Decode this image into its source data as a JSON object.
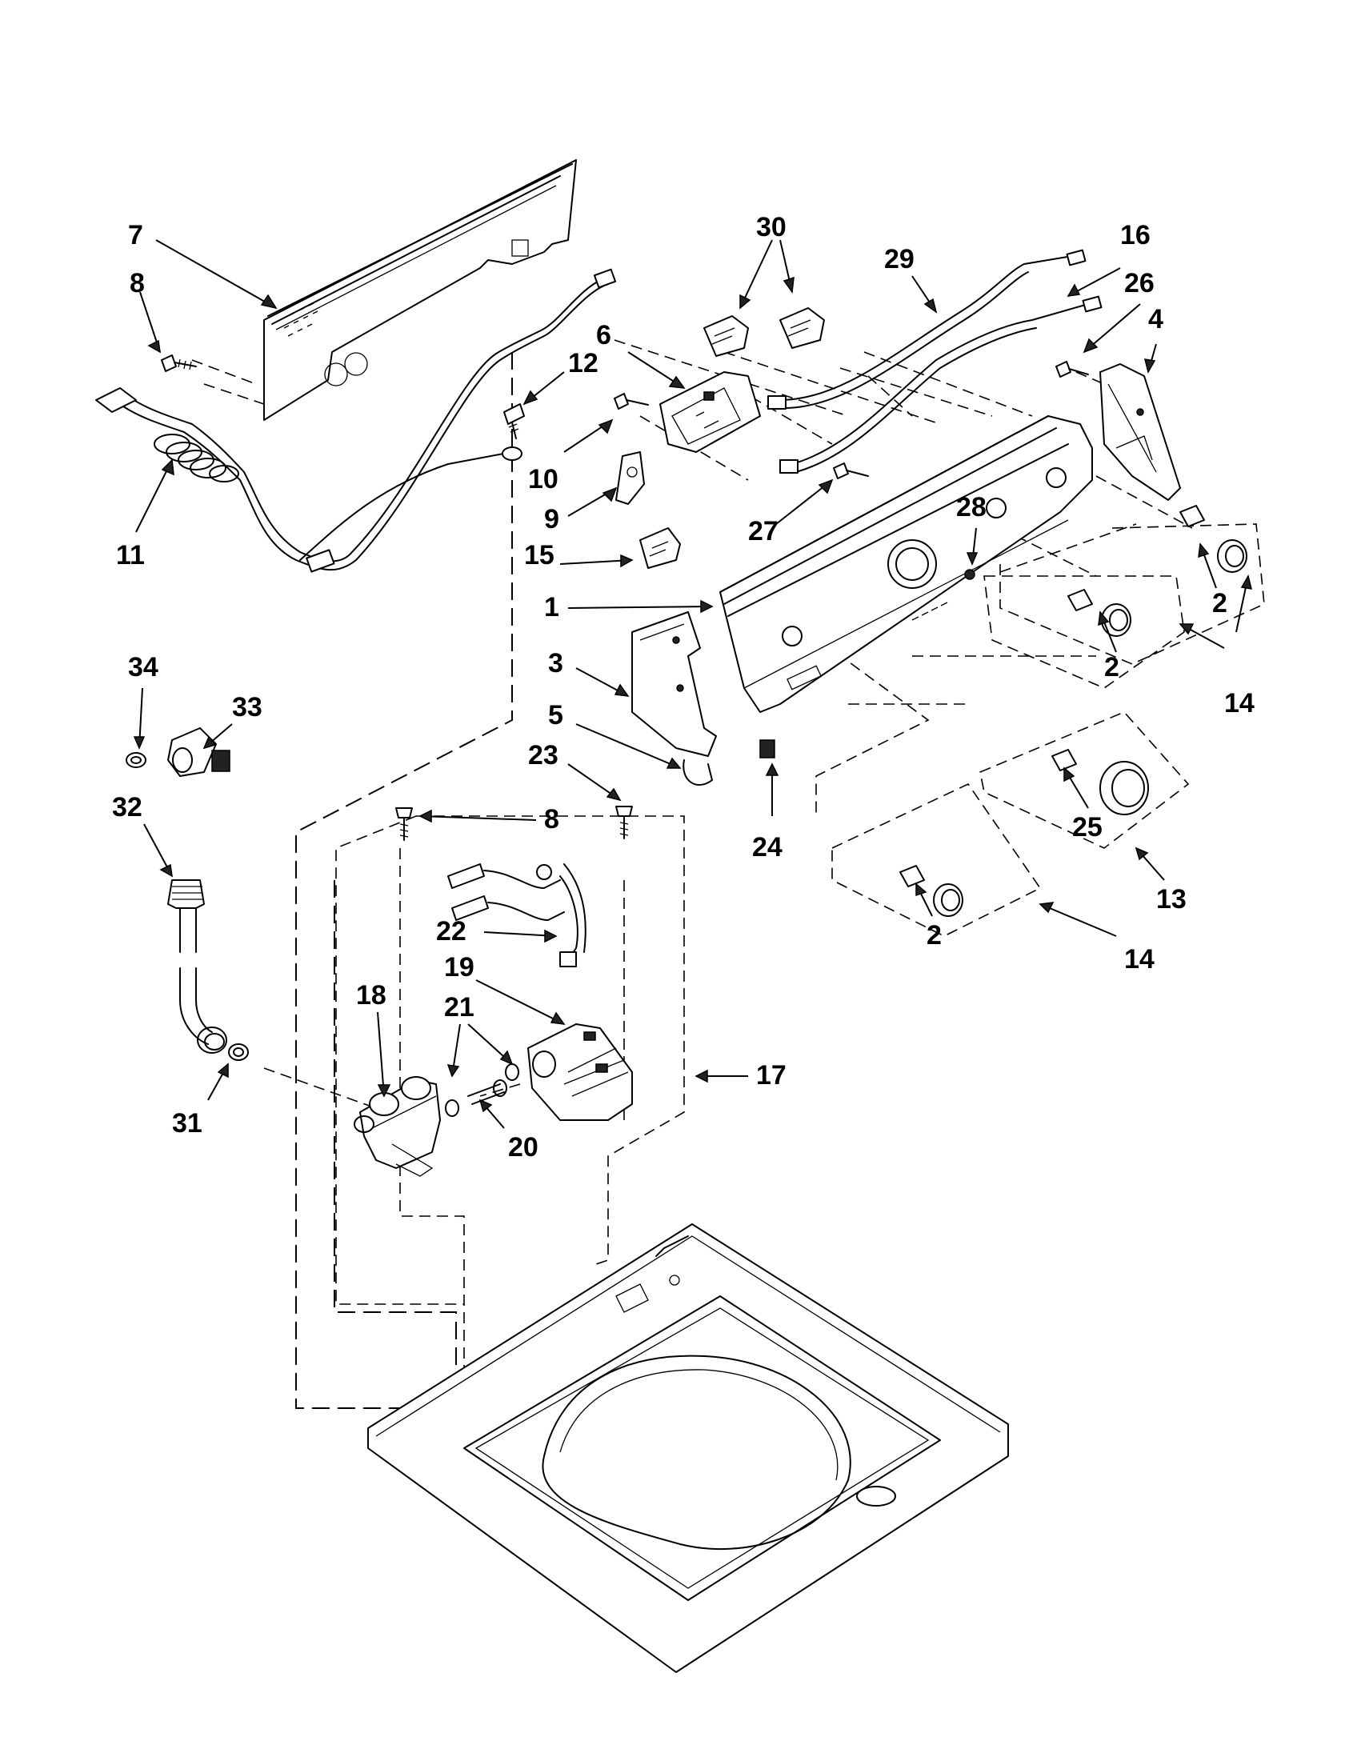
{
  "callouts": [
    {
      "id": "c7",
      "label": "7"
    },
    {
      "id": "c8a",
      "label": "8"
    },
    {
      "id": "c11",
      "label": "11"
    },
    {
      "id": "c12",
      "label": "12"
    },
    {
      "id": "c6",
      "label": "6"
    },
    {
      "id": "c10",
      "label": "10"
    },
    {
      "id": "c9",
      "label": "9"
    },
    {
      "id": "c15",
      "label": "15"
    },
    {
      "id": "c30",
      "label": "30"
    },
    {
      "id": "c29",
      "label": "29"
    },
    {
      "id": "c16",
      "label": "16"
    },
    {
      "id": "c26",
      "label": "26"
    },
    {
      "id": "c4",
      "label": "4"
    },
    {
      "id": "c27",
      "label": "27"
    },
    {
      "id": "c28",
      "label": "28"
    },
    {
      "id": "c1",
      "label": "1"
    },
    {
      "id": "c3",
      "label": "3"
    },
    {
      "id": "c5",
      "label": "5"
    },
    {
      "id": "c23",
      "label": "23"
    },
    {
      "id": "c24",
      "label": "24"
    },
    {
      "id": "c2a",
      "label": "2"
    },
    {
      "id": "c2b",
      "label": "2"
    },
    {
      "id": "c14a",
      "label": "14"
    },
    {
      "id": "c25",
      "label": "25"
    },
    {
      "id": "c13",
      "label": "13"
    },
    {
      "id": "c2c",
      "label": "2"
    },
    {
      "id": "c14b",
      "label": "14"
    },
    {
      "id": "c34",
      "label": "34"
    },
    {
      "id": "c33",
      "label": "33"
    },
    {
      "id": "c32",
      "label": "32"
    },
    {
      "id": "c31",
      "label": "31"
    },
    {
      "id": "c8b",
      "label": "8"
    },
    {
      "id": "c22",
      "label": "22"
    },
    {
      "id": "c19",
      "label": "19"
    },
    {
      "id": "c18",
      "label": "18"
    },
    {
      "id": "c21",
      "label": "21"
    },
    {
      "id": "c20",
      "label": "20"
    },
    {
      "id": "c17",
      "label": "17"
    }
  ]
}
